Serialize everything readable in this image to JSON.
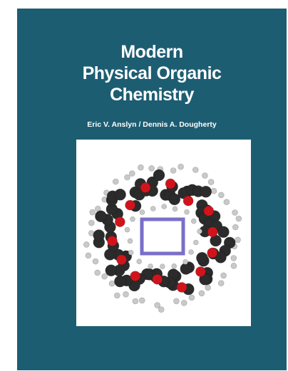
{
  "cover": {
    "title_lines": [
      "Modern",
      "Physical Organic",
      "Chemistry"
    ],
    "authors": "Eric V. Anslyn / Dennis A. Dougherty",
    "background_color": "#1d5d72",
    "illustration": "molecule-model",
    "atom_colors": {
      "carbon": "#2b2b2b",
      "oxygen": "#d1141c",
      "hydrogen": "#c9c9c9",
      "cavity": "#7a6fc9"
    }
  }
}
